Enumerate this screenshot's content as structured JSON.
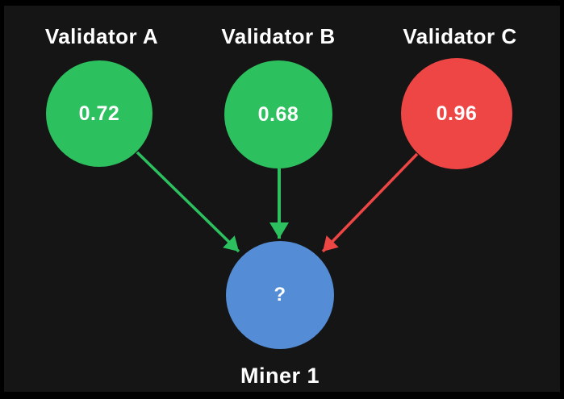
{
  "diagram": {
    "nodes": {
      "validator_a": {
        "label": "Validator A",
        "score": "0.72",
        "color": "#2cc05e"
      },
      "validator_b": {
        "label": "Validator B",
        "score": "0.68",
        "color": "#2cc05e"
      },
      "validator_c": {
        "label": "Validator C",
        "score": "0.96",
        "color": "#ee4545"
      },
      "miner": {
        "label": "Miner 1",
        "score": "?",
        "color": "#548cd6"
      }
    },
    "edges": [
      {
        "from": "validator_a",
        "to": "miner",
        "color": "#2cc05e"
      },
      {
        "from": "validator_b",
        "to": "miner",
        "color": "#2cc05e"
      },
      {
        "from": "validator_c",
        "to": "miner",
        "color": "#ee4545"
      }
    ]
  },
  "colors": {
    "background": "#151515",
    "frame": "#000000",
    "green": "#2cc05e",
    "red": "#ee4545",
    "blue": "#548cd6",
    "text": "#ffffff"
  }
}
